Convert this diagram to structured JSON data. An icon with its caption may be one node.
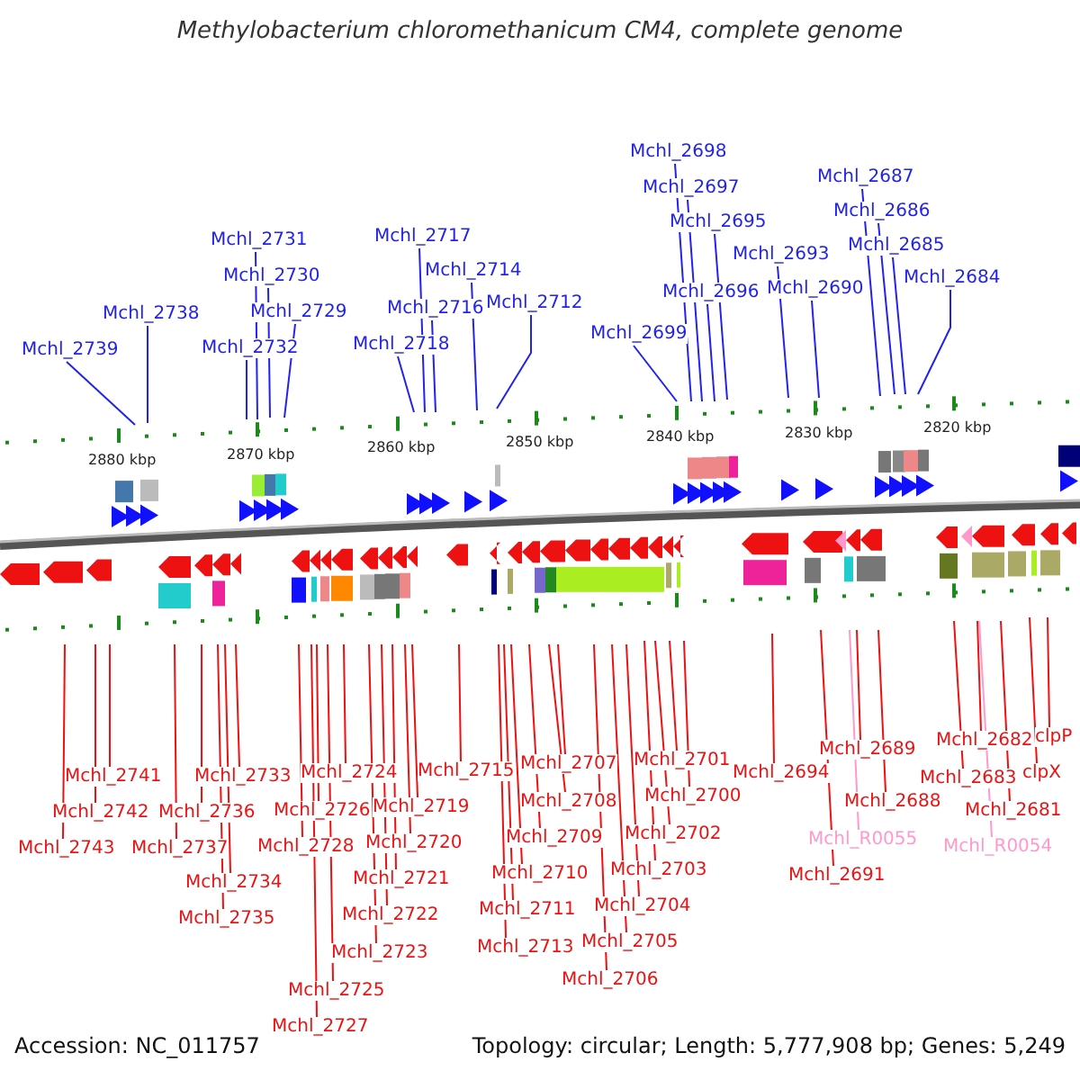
{
  "diagram": {
    "title": "Methylobacterium chloromethanicum CM4, complete genome",
    "nodes": [
      {
        "text": [
          "Mchl_2739"
        ]
      },
      {
        "text": [
          "Mchl_2738"
        ]
      },
      {
        "text": [
          "Mchl_2731"
        ]
      },
      {
        "text": [
          "Mchl_2730"
        ]
      },
      {
        "text": [
          "Mchl_2729"
        ]
      },
      {
        "text": [
          "Mchl_2732"
        ]
      },
      {
        "text": [
          "Mchl_2717"
        ]
      },
      {
        "text": [
          "Mchl_2714"
        ]
      },
      {
        "text": [
          "Mchl_2716"
        ]
      },
      {
        "text": [
          "Mchl_2712"
        ]
      },
      {
        "text": [
          "Mchl_2718"
        ]
      },
      {
        "text": [
          "Mchl_2698"
        ]
      },
      {
        "text": [
          "Mchl_2697"
        ]
      },
      {
        "text": [
          "Mchl_2695"
        ]
      },
      {
        "text": [
          "Mchl_2696"
        ]
      },
      {
        "text": [
          "Mchl_2699"
        ]
      },
      {
        "text": [
          "Mchl_2693"
        ]
      },
      {
        "text": [
          "Mchl_2690"
        ]
      },
      {
        "text": [
          "Mchl_2687"
        ]
      },
      {
        "text": [
          "Mchl_2686"
        ]
      },
      {
        "text": [
          "Mchl_2685"
        ]
      },
      {
        "text": [
          "Mchl_2684"
        ]
      },
      {
        "text": [
          "Mchl_2741"
        ]
      },
      {
        "text": [
          "Mchl_2742"
        ]
      },
      {
        "text": [
          "Mchl_2743"
        ]
      },
      {
        "text": [
          "Mchl_2733"
        ]
      },
      {
        "text": [
          "Mchl_2736"
        ]
      },
      {
        "text": [
          "Mchl_2737"
        ]
      },
      {
        "text": [
          "Mchl_2734"
        ]
      },
      {
        "text": [
          "Mchl_2735"
        ]
      },
      {
        "text": [
          "Mchl_2724"
        ]
      },
      {
        "text": [
          "Mchl_2726"
        ]
      },
      {
        "text": [
          "Mchl_2728"
        ]
      },
      {
        "text": [
          "Mchl_2725"
        ]
      },
      {
        "text": [
          "Mchl_2727"
        ]
      },
      {
        "text": [
          "Mchl_2719"
        ]
      },
      {
        "text": [
          "Mchl_2720"
        ]
      },
      {
        "text": [
          "Mchl_2721"
        ]
      },
      {
        "text": [
          "Mchl_2722"
        ]
      },
      {
        "text": [
          "Mchl_2723"
        ]
      },
      {
        "text": [
          "Mchl_2715"
        ]
      },
      {
        "text": [
          "Mchl_2707"
        ]
      },
      {
        "text": [
          "Mchl_2708"
        ]
      },
      {
        "text": [
          "Mchl_2709"
        ]
      },
      {
        "text": [
          "Mchl_2710"
        ]
      },
      {
        "text": [
          "Mchl_2711"
        ]
      },
      {
        "text": [
          "Mchl_2713"
        ]
      },
      {
        "text": [
          "Mchl_2706"
        ]
      },
      {
        "text": [
          "Mchl_2705"
        ]
      },
      {
        "text": [
          "Mchl_2704"
        ]
      },
      {
        "text": [
          "Mchl_2703"
        ]
      },
      {
        "text": [
          "Mchl_2702"
        ]
      },
      {
        "text": [
          "Mchl_2700"
        ]
      },
      {
        "text": [
          "Mchl_2701"
        ]
      },
      {
        "text": [
          "Mchl_2694"
        ]
      },
      {
        "text": [
          "Mchl_2689"
        ]
      },
      {
        "text": [
          "Mchl_2688"
        ]
      },
      {
        "text": [
          "Mchl_R0055"
        ]
      },
      {
        "text": [
          "Mchl_2691"
        ]
      },
      {
        "text": [
          "Mchl_2682"
        ]
      },
      {
        "text": [
          "Mchl_2683"
        ]
      },
      {
        "text": [
          "Mchl_2681"
        ]
      },
      {
        "text": [
          "Mchl_R0054"
        ]
      },
      {
        "text": [
          "clpP"
        ]
      },
      {
        "text": [
          "clpX"
        ]
      }
    ],
    "edges": [
      {
        "from": 0,
        "to": null,
        "arrow": "none",
        "color": "#2222ee"
      },
      {
        "from": 1,
        "to": null,
        "arrow": "none",
        "color": "#2222ee"
      },
      {
        "from": 2,
        "to": null,
        "arrow": "none",
        "color": "#2222ee"
      },
      {
        "from": 3,
        "to": null,
        "arrow": "none",
        "color": "#2222ee"
      },
      {
        "from": 4,
        "to": null,
        "arrow": "none",
        "color": "#2222ee"
      },
      {
        "from": 5,
        "to": null,
        "arrow": "none",
        "color": "#2222ee"
      },
      {
        "from": 6,
        "to": null,
        "arrow": "none",
        "color": "#2222ee"
      },
      {
        "from": 7,
        "to": null,
        "arrow": "none",
        "color": "#2222ee"
      },
      {
        "from": 8,
        "to": null,
        "arrow": "none",
        "color": "#2222ee"
      },
      {
        "from": 9,
        "to": null,
        "arrow": "none",
        "color": "#2222ee"
      },
      {
        "from": 10,
        "to": null,
        "arrow": "none",
        "color": "#2222ee"
      },
      {
        "from": 11,
        "to": null,
        "arrow": "none",
        "color": "#2222ee"
      },
      {
        "from": 12,
        "to": null,
        "arrow": "none",
        "color": "#2222ee"
      },
      {
        "from": 13,
        "to": null,
        "arrow": "none",
        "color": "#2222ee"
      },
      {
        "from": 14,
        "to": null,
        "arrow": "none",
        "color": "#2222ee"
      },
      {
        "from": 15,
        "to": null,
        "arrow": "none",
        "color": "#2222ee"
      },
      {
        "from": 16,
        "to": null,
        "arrow": "none",
        "color": "#2222ee"
      },
      {
        "from": 17,
        "to": null,
        "arrow": "none",
        "color": "#2222ee"
      },
      {
        "from": 18,
        "to": null,
        "arrow": "none",
        "color": "#2222ee"
      },
      {
        "from": 19,
        "to": null,
        "arrow": "none",
        "color": "#2222ee"
      },
      {
        "from": 20,
        "to": null,
        "arrow": "none",
        "color": "#2222ee"
      },
      {
        "from": 21,
        "to": null,
        "arrow": "none",
        "color": "#2222ee"
      },
      {
        "from": 22,
        "to": null,
        "arrow": "none"
      },
      {
        "from": 23,
        "to": null,
        "arrow": "none"
      },
      {
        "from": 24,
        "to": null,
        "arrow": "none"
      },
      {
        "from": 25,
        "to": null,
        "arrow": "none"
      },
      {
        "from": 26,
        "to": null,
        "arrow": "none"
      },
      {
        "from": 27,
        "to": null,
        "arrow": "none"
      },
      {
        "from": 28,
        "to": null,
        "arrow": "none"
      },
      {
        "from": 29,
        "to": null,
        "arrow": "none"
      },
      {
        "from": 30,
        "to": null,
        "arrow": "none"
      },
      {
        "from": 31,
        "to": null,
        "arrow": "none"
      },
      {
        "from": 32,
        "to": null,
        "arrow": "none"
      },
      {
        "from": 33,
        "to": null,
        "arrow": "none"
      },
      {
        "from": 34,
        "to": null,
        "arrow": "none"
      },
      {
        "from": 35,
        "to": null,
        "arrow": "none"
      },
      {
        "from": 36,
        "to": null,
        "arrow": "none"
      },
      {
        "from": 37,
        "to": null,
        "arrow": "none"
      },
      {
        "from": 38,
        "to": null,
        "arrow": "none"
      },
      {
        "from": 39,
        "to": null,
        "arrow": "none"
      },
      {
        "from": 40,
        "to": null,
        "arrow": "none"
      },
      {
        "from": 41,
        "to": null,
        "arrow": "none"
      },
      {
        "from": 42,
        "to": null,
        "arrow": "none"
      },
      {
        "from": 43,
        "to": null,
        "arrow": "none"
      },
      {
        "from": 44,
        "to": null,
        "arrow": "none"
      },
      {
        "from": 45,
        "to": null,
        "arrow": "none"
      },
      {
        "from": 46,
        "to": null,
        "arrow": "none"
      },
      {
        "from": 47,
        "to": null,
        "arrow": "none"
      },
      {
        "from": 48,
        "to": null,
        "arrow": "none"
      },
      {
        "from": 49,
        "to": null,
        "arrow": "none"
      },
      {
        "from": 50,
        "to": null,
        "arrow": "none"
      },
      {
        "from": 51,
        "to": null,
        "arrow": "none"
      },
      {
        "from": 52,
        "to": null,
        "arrow": "none"
      },
      {
        "from": 53,
        "to": null,
        "arrow": "none"
      },
      {
        "from": 54,
        "to": null,
        "arrow": "none"
      },
      {
        "from": 55,
        "to": null,
        "arrow": "none"
      },
      {
        "from": 56,
        "to": null,
        "arrow": "none"
      },
      {
        "from": 57,
        "to": null,
        "arrow": "none",
        "color": "#ff99cc"
      },
      {
        "from": 58,
        "to": null,
        "arrow": "none"
      },
      {
        "from": 59,
        "to": null,
        "arrow": "none"
      },
      {
        "from": 60,
        "to": null,
        "arrow": "none"
      },
      {
        "from": 61,
        "to": null,
        "arrow": "none"
      },
      {
        "from": 62,
        "to": null,
        "arrow": "none",
        "color": "#ff99cc"
      },
      {
        "from": 63,
        "to": null,
        "arrow": "none"
      },
      {
        "from": 64,
        "to": null,
        "arrow": "none"
      }
    ],
    "labels": [
      "2880 kbp",
      "2870 kbp",
      "2860 kbp",
      "2850 kbp",
      "2840 kbp",
      "2830 kbp",
      "2820 kbp",
      "Accession: NC_011757",
      "Topology: circular; Length: 5,777,908 bp; Genes: 5,249"
    ]
  }
}
